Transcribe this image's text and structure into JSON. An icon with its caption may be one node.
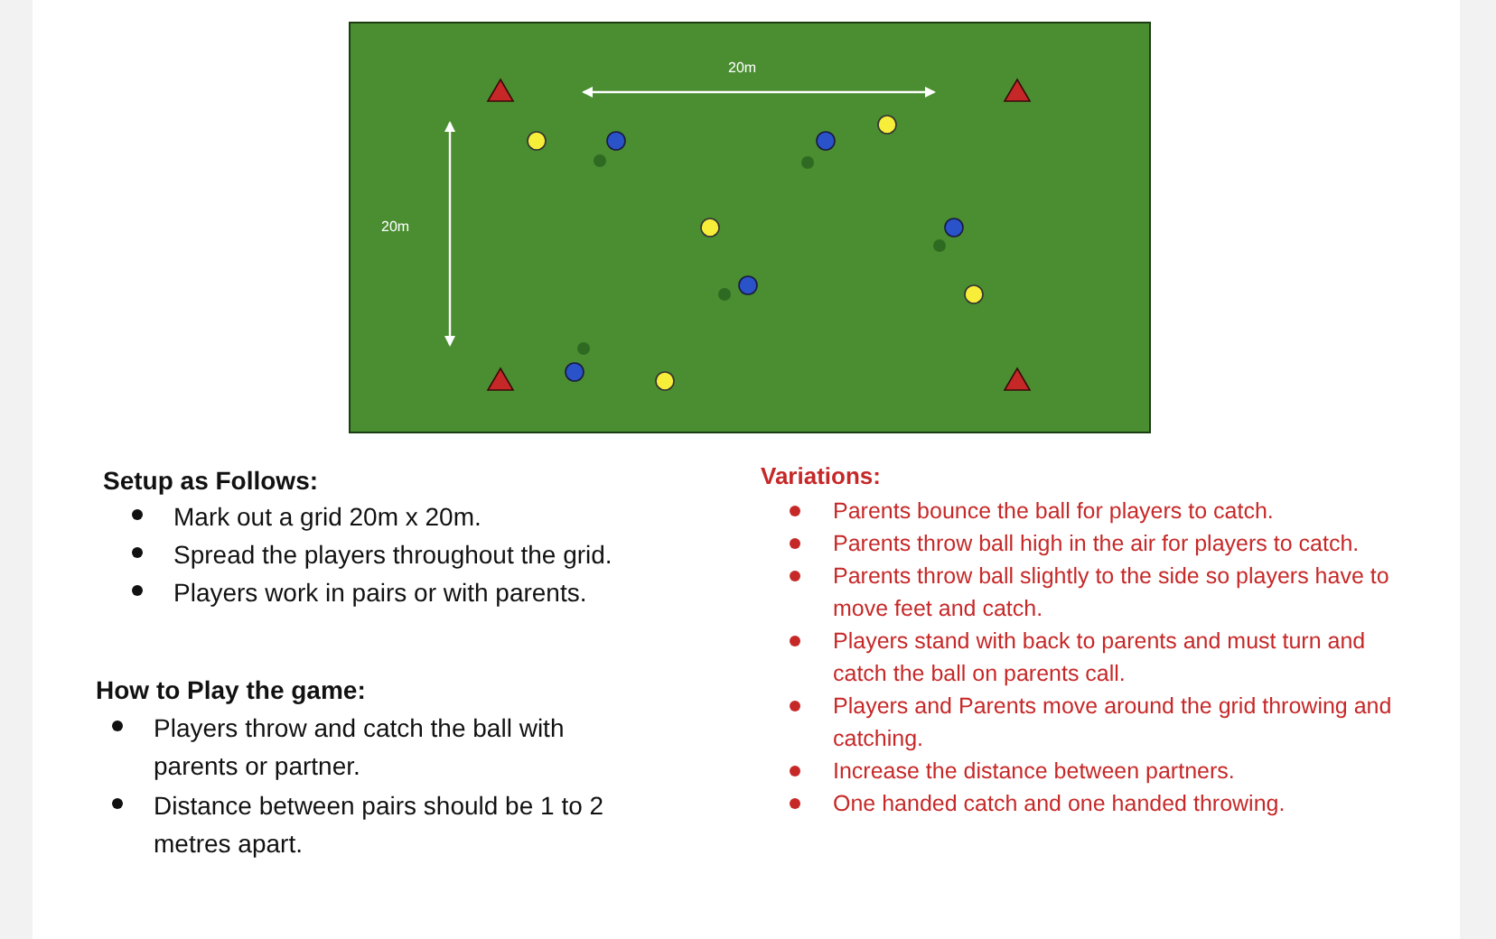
{
  "diagram": {
    "labels": [
      "20m",
      "20m",
      "Setup as Follows:",
      "Mark out a grid 20m x 20m.",
      "Spread the players throughout the grid.",
      "Players work in pairs or with parents.",
      "How to Play the game:",
      "Players throw and catch the ball with parents or partner.",
      "Distance between pairs should be 1 to 2 metres apart.",
      "Variations:",
      "Parents bounce the ball for players to catch.",
      "Parents throw ball high in the air for players to catch.",
      "Parents throw ball slightly to the side so players have to move feet and catch.",
      "Players stand with back to parents and must turn and catch the ball on parents call.",
      "Players and Parents move around the grid throwing and catching.",
      "Increase the distance between partners.",
      "One handed catch and one handed throwing."
    ]
  }
}
